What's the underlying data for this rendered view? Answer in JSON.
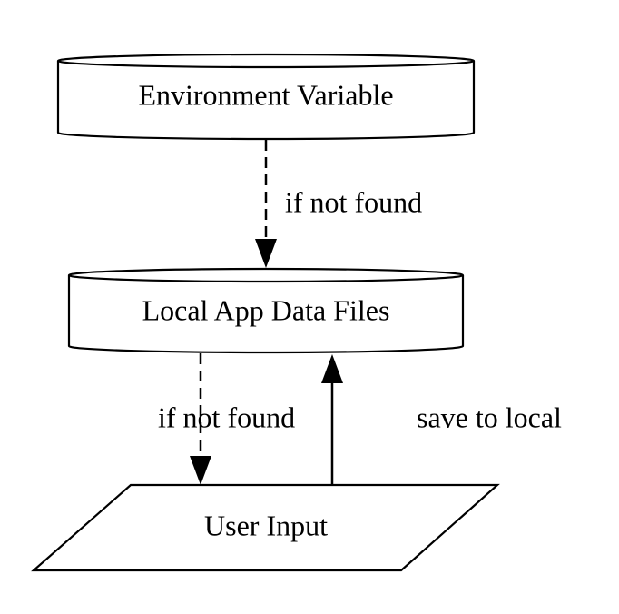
{
  "nodes": {
    "env_var": {
      "label": "Environment Variable",
      "shape": "cylinder"
    },
    "local_files": {
      "label": "Local App Data Files",
      "shape": "cylinder"
    },
    "user_input": {
      "label": "User Input",
      "shape": "parallelogram"
    }
  },
  "edges": [
    {
      "from": "env_var",
      "to": "local_files",
      "label": "if not found",
      "style": "dashed"
    },
    {
      "from": "local_files",
      "to": "user_input",
      "label": "if not found",
      "style": "dashed"
    },
    {
      "from": "user_input",
      "to": "local_files",
      "label": "save to local",
      "style": "solid"
    }
  ]
}
